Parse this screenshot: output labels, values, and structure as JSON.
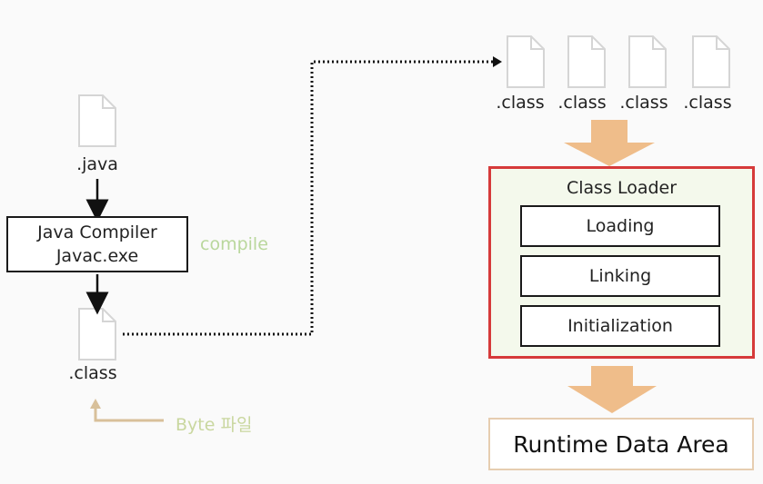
{
  "source": {
    "file_label": ".java",
    "compiler_line1": "Java Compiler",
    "compiler_line2": "Javac.exe",
    "compile_note": "compile",
    "output_label": ".class",
    "byte_note": "Byte 파일"
  },
  "class_files": [
    ".class",
    ".class",
    ".class",
    ".class"
  ],
  "class_loader": {
    "title": "Class Loader",
    "steps": [
      "Loading",
      "Linking",
      "Initialization"
    ]
  },
  "runtime_label": "Runtime Data Area",
  "colors": {
    "big_arrow": "#efbd8a",
    "loader_border": "#d63a3a",
    "loader_bg": "#f4f9ec",
    "compile_note": "#b9d79c",
    "byte_arrow": "#d8c09a"
  }
}
